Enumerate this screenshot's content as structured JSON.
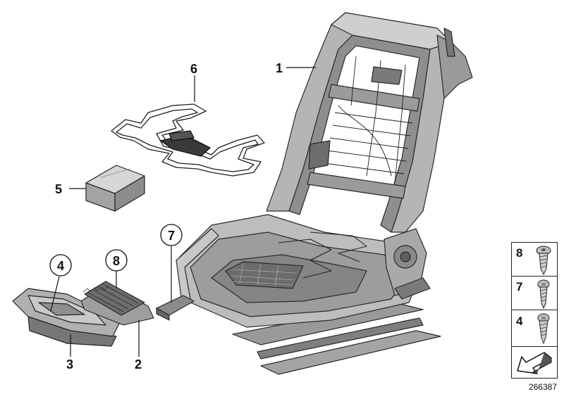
{
  "callouts": {
    "c1": "1",
    "c2": "2",
    "c3": "3",
    "c4": "4",
    "c5": "5",
    "c6": "6",
    "c7": "7",
    "c8": "8"
  },
  "legend": {
    "items": [
      {
        "label": "8",
        "icon": "screw-flat-head-icon"
      },
      {
        "label": "7",
        "icon": "screw-oval-head-icon"
      },
      {
        "label": "4",
        "icon": "screw-countersunk-icon"
      }
    ],
    "arrow_icon": "arrow-down-left-icon"
  },
  "diagram_number": "266387",
  "colors": {
    "part_fill": "#b7b7b7",
    "part_dark": "#6f6f6f",
    "part_light": "#d9d9d9",
    "line": "#111111"
  }
}
